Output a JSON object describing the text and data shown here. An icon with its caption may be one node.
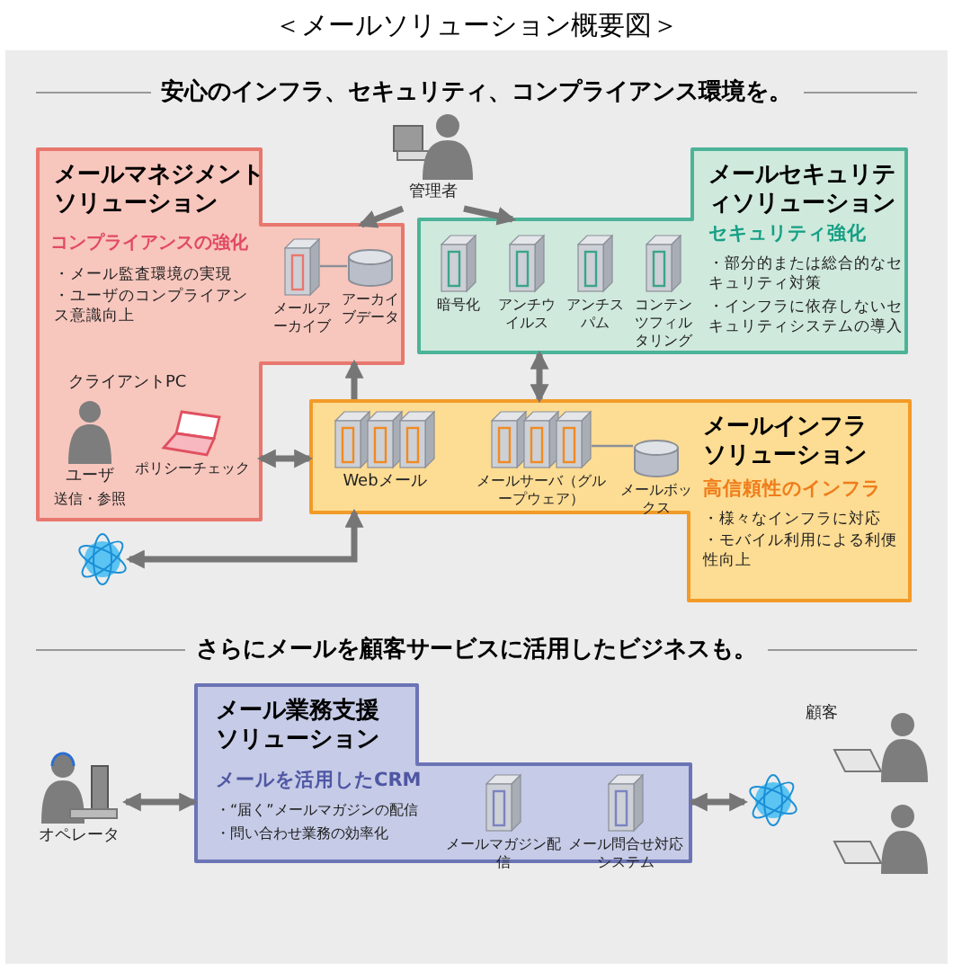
{
  "diagram": {
    "title": "＜メールソリューション概要図＞",
    "nodes": [
      {
        "text": [
          "メールマネジメントソリューション",
          "コンプライアンスの強化",
          "・メール監査環境の実現",
          "・ユーザのコンプライアンス意識向上",
          "クライアントPC"
        ]
      },
      {
        "text": [
          "メールアーカイブ"
        ],
        "in": 0
      },
      {
        "text": [
          "アーカイブデータ"
        ],
        "in": 0
      },
      {
        "text": [
          "ユーザ",
          "送信・参照"
        ],
        "in": 0
      },
      {
        "text": [
          "ポリシーチェック"
        ],
        "in": 0
      },
      {
        "text": [
          "管理者"
        ]
      },
      {
        "text": [
          "メールセキュリティソリューション",
          "セキュリティ強化",
          "・部分的または総合的なセキュリティ対策",
          "・インフラに依存しないセキュリティシステムの導入"
        ]
      },
      {
        "text": [
          "暗号化"
        ],
        "in": 6
      },
      {
        "text": [
          "アンチウイルス"
        ],
        "in": 6
      },
      {
        "text": [
          "アンチスパム"
        ],
        "in": 6
      },
      {
        "text": [
          "コンテンツフィルタリング"
        ],
        "in": 6
      },
      {
        "text": [
          "メールインフラソリューション",
          "高信頼性のインフラ",
          "・様々なインフラに対応",
          "・モバイル利用による利便性向上"
        ]
      },
      {
        "text": [
          "Webメール"
        ],
        "in": 11
      },
      {
        "text": [
          "メールサーバ（グループウェア）"
        ],
        "in": 11
      },
      {
        "text": [
          "メールボックス"
        ],
        "in": 11
      },
      {
        "text": [],
        "shape": "picture"
      },
      {
        "text": [
          "メール業務支援ソリューション",
          "メールを活用したCRM",
          "・“届く”メールマガジンの配信",
          "・問い合わせ業務の効率化"
        ]
      },
      {
        "text": [
          "メールマガジン配信"
        ],
        "in": 16
      },
      {
        "text": [
          "メール問合せ対応システム"
        ],
        "in": 16
      },
      {
        "text": [
          "オペレータ"
        ]
      },
      {
        "text": [],
        "shape": "picture"
      },
      {
        "text": [
          "顧客"
        ]
      },
      {
        "text": [],
        "shape": "picture"
      }
    ],
    "edges": [
      {
        "from": 5,
        "to": 0,
        "arrow": "to"
      },
      {
        "from": 5,
        "to": 6,
        "arrow": "to"
      },
      {
        "from": 1,
        "to": 2,
        "arrow": "none"
      },
      {
        "from": 11,
        "to": 0,
        "arrow": "to"
      },
      {
        "from": 6,
        "to": 11,
        "arrow": "both"
      },
      {
        "from": 0,
        "to": 11,
        "arrow": "both"
      },
      {
        "from": 15,
        "to": 11,
        "arrow": "both"
      },
      {
        "from": 19,
        "to": 16,
        "arrow": "both"
      },
      {
        "from": 16,
        "to": 20,
        "arrow": "both"
      },
      {
        "from": 13,
        "to": 14,
        "arrow": "none"
      }
    ],
    "labels": [
      "安心のインフラ、セキュリティ、コンプライアンス環境を。",
      "さらにメールを顧客サービスに活用したビジネスも。"
    ]
  }
}
